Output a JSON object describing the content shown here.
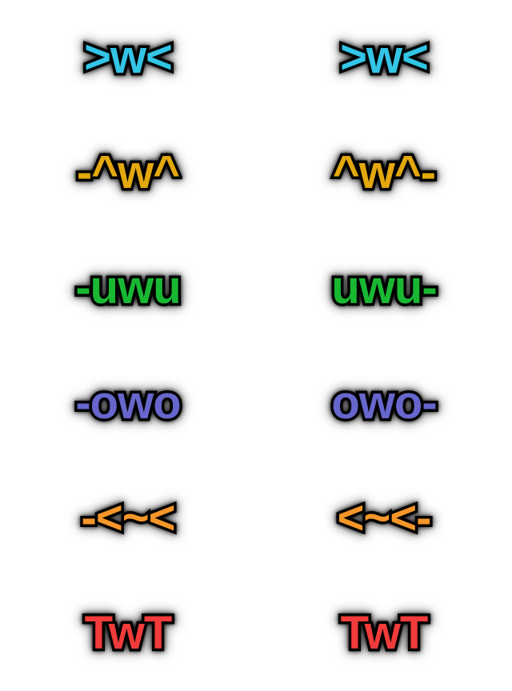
{
  "emotes": [
    {
      "text": ">w<",
      "color": "#33c4e6"
    },
    {
      "text": ">w<",
      "color": "#33c4e6"
    },
    {
      "text": "-^w^",
      "color": "#e3a80e"
    },
    {
      "text": "^w^-",
      "color": "#e3a80e"
    },
    {
      "text": "-uwu",
      "color": "#19b833"
    },
    {
      "text": "uwu-",
      "color": "#19b833"
    },
    {
      "text": "-owo",
      "color": "#6666cc"
    },
    {
      "text": "owo-",
      "color": "#6666cc"
    },
    {
      "text": "-<~<",
      "color": "#f5962b"
    },
    {
      "text": "<~<-",
      "color": "#f5962b"
    },
    {
      "text": "TwT",
      "color": "#f23b3b"
    },
    {
      "text": "TwT",
      "color": "#f23b3b"
    }
  ]
}
